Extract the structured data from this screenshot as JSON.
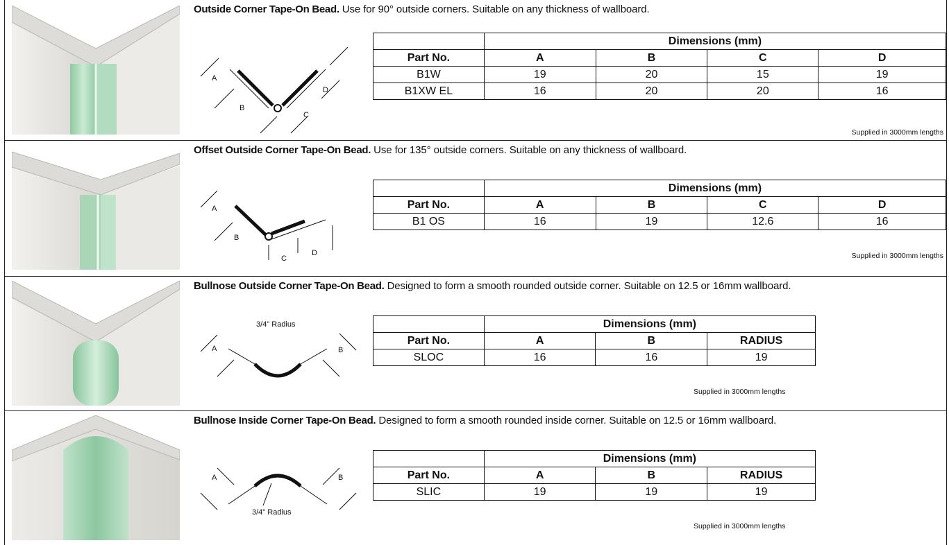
{
  "sections": [
    {
      "name": "Outside Corner Tape-On Bead.",
      "description": "Use for 90° outside corners. Suitable on any thickness of wallboard.",
      "dimensions_header": "Dimensions (mm)",
      "columns": [
        "Part No.",
        "A",
        "B",
        "C",
        "D"
      ],
      "rows": [
        [
          "B1W",
          "19",
          "20",
          "15",
          "19"
        ],
        [
          "B1XW EL",
          "16",
          "20",
          "20",
          "16"
        ]
      ],
      "footnote": "Supplied in 3000mm lengths",
      "diagram_labels": [
        "A",
        "B",
        "C",
        "D"
      ]
    },
    {
      "name": "Offset Outside Corner Tape-On Bead.",
      "description": "Use for 135° outside corners. Suitable on any thickness of wallboard.",
      "dimensions_header": "Dimensions (mm)",
      "columns": [
        "Part No.",
        "A",
        "B",
        "C",
        "D"
      ],
      "rows": [
        [
          "B1 OS",
          "16",
          "19",
          "12.6",
          "16"
        ]
      ],
      "footnote": "Supplied in 3000mm lengths",
      "diagram_labels": [
        "A",
        "B",
        "C",
        "D"
      ]
    },
    {
      "name": "Bullnose Outside Corner Tape-On Bead.",
      "description": "Designed to form a smooth rounded outside corner. Suitable on 12.5 or 16mm wallboard.",
      "dimensions_header": "Dimensions (mm)",
      "columns": [
        "Part No.",
        "A",
        "B",
        "RADIUS"
      ],
      "rows": [
        [
          "SLOC",
          "16",
          "16",
          "19"
        ]
      ],
      "footnote": "Supplied in 3000mm lengths",
      "diagram_labels": [
        "A",
        "B",
        "3/4\" Radius"
      ]
    },
    {
      "name": "Bullnose Inside Corner Tape-On Bead.",
      "description": "Designed to form a smooth rounded inside corner. Suitable on 12.5 or 16mm wallboard.",
      "dimensions_header": "Dimensions (mm)",
      "columns": [
        "Part No.",
        "A",
        "B",
        "RADIUS"
      ],
      "rows": [
        [
          "SLIC",
          "19",
          "19",
          "19"
        ]
      ],
      "footnote": "Supplied in 3000mm lengths",
      "diagram_labels": [
        "A",
        "B",
        "3/4\" Radius"
      ]
    }
  ],
  "colors": {
    "bead_green": "#a9d6b6",
    "board_grey": "#e8e6e2",
    "line": "#111111"
  }
}
